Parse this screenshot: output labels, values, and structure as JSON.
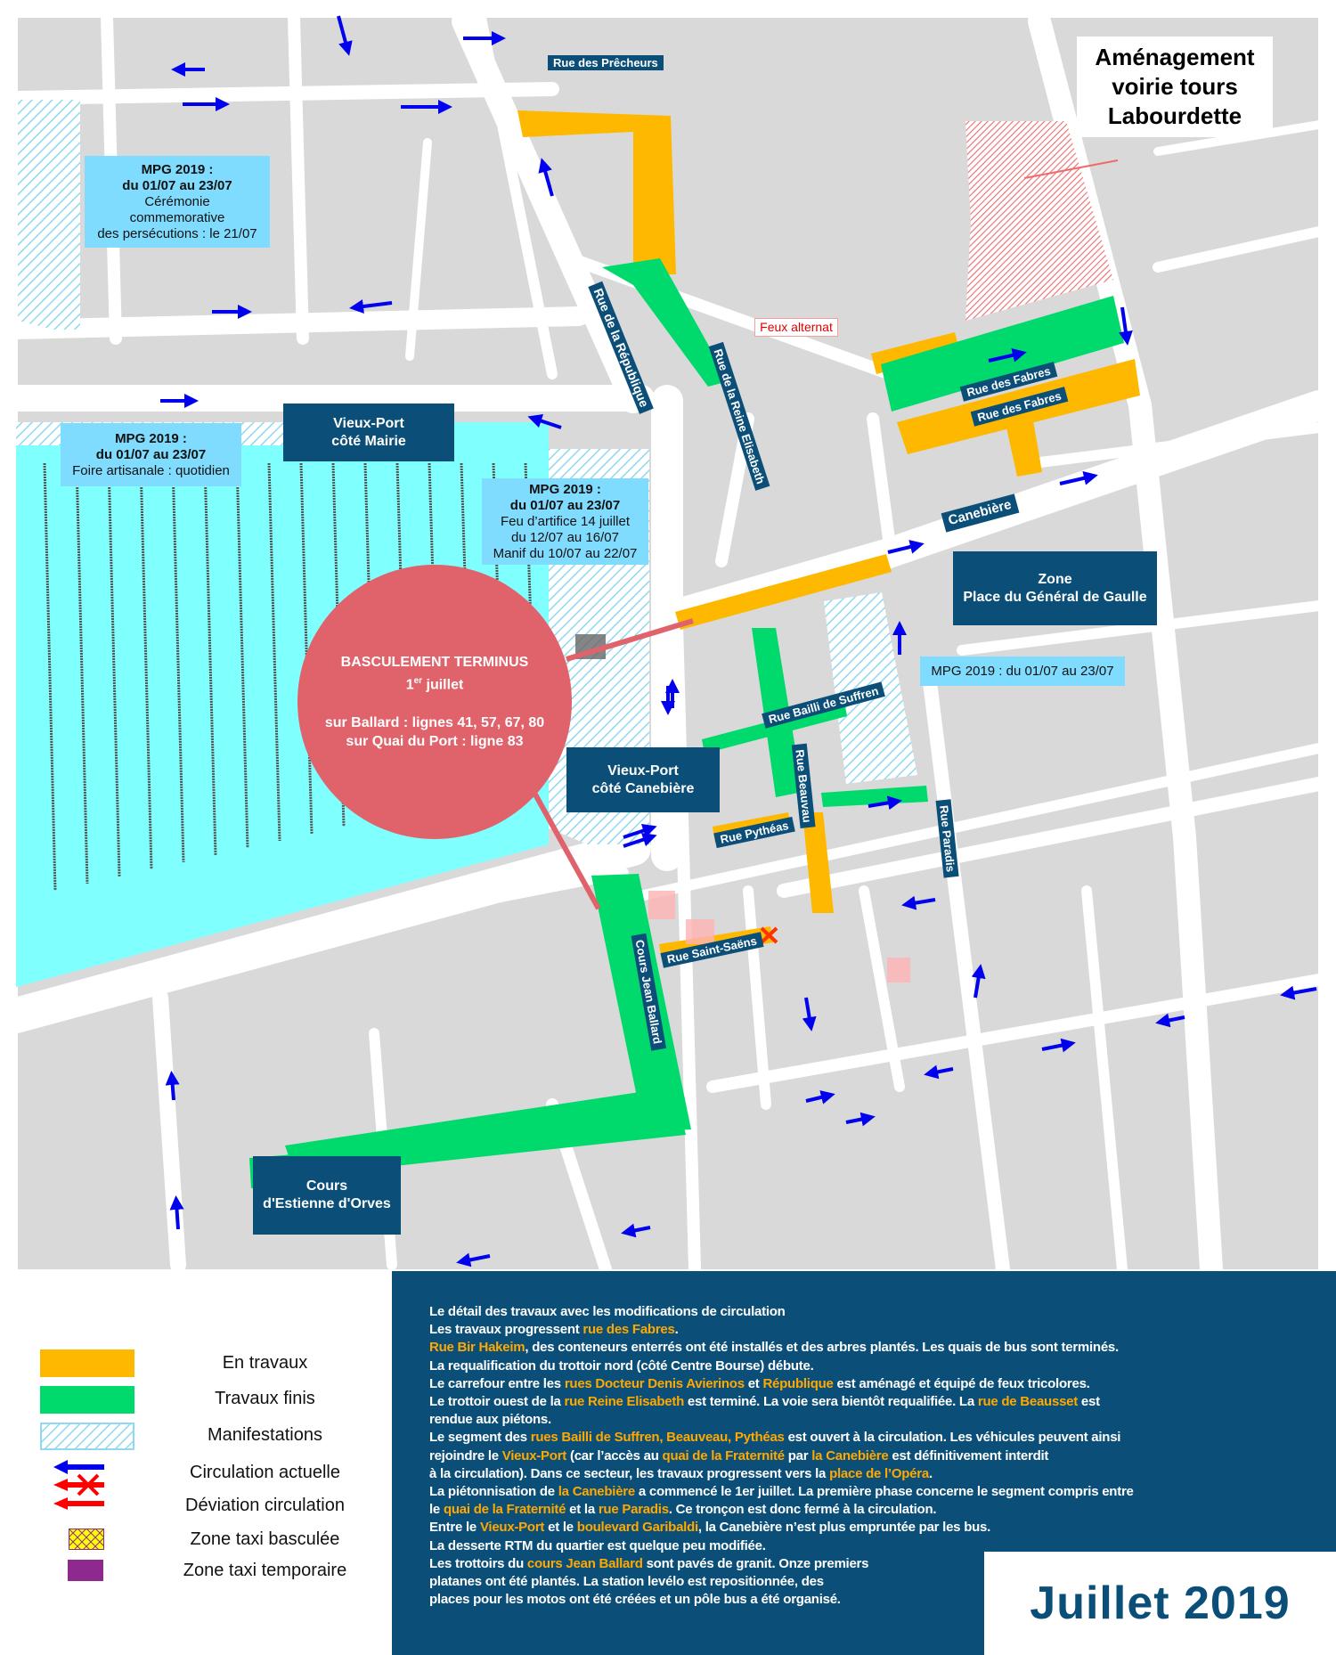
{
  "colors": {
    "navy": "#0b4f79",
    "en_travaux": "#ffb800",
    "travaux_finis": "#00d96b",
    "manifestations": "#80dcff",
    "water": "#80ffff",
    "circulation": "#0000ee",
    "deviation": "#ff0000",
    "taxi_basculee": "#ffff00",
    "taxi_temporaire": "#8e2a8e",
    "terminus": "#e0626a",
    "highlight": "#ffa800"
  },
  "title": [
    "Aménagement",
    "voirie tours",
    "Labourdette"
  ],
  "feux_label": "Feux alternat",
  "zones": {
    "vieux_port_mairie": [
      "Vieux-Port",
      "côté Mairie"
    ],
    "vieux_port_canebiere": [
      "Vieux-Port",
      "côté Canebière"
    ],
    "place_general": [
      "Zone",
      "Place du Général de Gaulle"
    ],
    "estienne_orves": [
      "Cours",
      "d'Estienne d'Orves"
    ]
  },
  "mpg": [
    {
      "title": "MPG 2019 :",
      "dates": "du 01/07 au 23/07",
      "lines": [
        "Cérémonie",
        "commemorative",
        "des persécutions : le 21/07"
      ]
    },
    {
      "title": "MPG 2019 :",
      "dates": "du 01/07 au 23/07",
      "lines": [
        "Foire artisanale : quotidien"
      ]
    },
    {
      "title": "MPG 2019 :",
      "dates": "du 01/07 au 23/07",
      "lines": [
        "Feu d’artifice 14 juillet",
        "du 12/07 au 16/07",
        "Manif du 10/07 au 22/07"
      ]
    },
    {
      "single": "MPG 2019 : du 01/07 au 23/07"
    }
  ],
  "terminus": {
    "title": "BASCULEMENT TERMINUS",
    "date_num": "1",
    "date_sup": "er",
    "date_rest": " juillet",
    "line1": "sur Ballard : lignes 41, 57, 67, 80",
    "line2": "sur Quai du Port : ligne 83"
  },
  "streets": {
    "precheurs": "Rue des Prêcheurs",
    "republique": "Rue de la République",
    "reine_elisabeth": "Rue de la Reine Elisabeth",
    "fabres_1": "Rue des Fabres",
    "fabres_2": "Rue des Fabres",
    "canebiere": "Canebière",
    "bailli": "Rue Bailli de Suffren",
    "beauvau": "Rue Beauvau",
    "pytheas": "Rue Pythéas",
    "paradis": "Rue Paradis",
    "saint_saens": "Rue Saint-Saëns",
    "jean_ballard": "Cours Jean Ballard"
  },
  "legend": [
    {
      "label": "En travaux",
      "icon": "orange-swatch"
    },
    {
      "label": "Travaux finis",
      "icon": "green-swatch"
    },
    {
      "label": "Manifestations",
      "icon": "hatched-swatch"
    },
    {
      "label": "Circulation actuelle",
      "icon": "blue-arrow"
    },
    {
      "label": "Déviation circulation",
      "icon": "red-deviation-arrows"
    },
    {
      "label": "Zone taxi basculée",
      "icon": "yellow-crosshatch-swatch"
    },
    {
      "label": "Zone taxi temporaire",
      "icon": "purple-swatch"
    }
  ],
  "panel": {
    "lines": [
      [
        {
          "t": "Le détail des travaux avec les modifications de circulation"
        }
      ],
      [
        {
          "t": "Les travaux progressent "
        },
        {
          "t": "rue des Fabres",
          "hl": true
        },
        {
          "t": "."
        }
      ],
      [
        {
          "t": "Rue Bir Hakeim",
          "hl": true
        },
        {
          "t": ", des conteneurs enterrés ont été installés et des arbres plantés. Les quais de bus sont terminés."
        }
      ],
      [
        {
          "t": "La requalification du trottoir nord (côté Centre Bourse) débute."
        }
      ],
      [
        {
          "t": "Le carrefour entre les "
        },
        {
          "t": "rues Docteur Denis Avierinos",
          "hl": true
        },
        {
          "t": " et "
        },
        {
          "t": "République",
          "hl": true
        },
        {
          "t": " est aménagé et équipé de feux tricolores."
        }
      ],
      [
        {
          "t": "Le trottoir ouest de la "
        },
        {
          "t": "rue Reine Elisabeth",
          "hl": true
        },
        {
          "t": " est terminé. La voie sera bientôt requalifiée. La "
        },
        {
          "t": "rue de Beausset",
          "hl": true
        },
        {
          "t": " est"
        }
      ],
      [
        {
          "t": "rendue aux piétons."
        }
      ],
      [
        {
          "t": "Le segment des "
        },
        {
          "t": "rues Bailli de Suffren, Beauveau, Pythéas",
          "hl": true
        },
        {
          "t": " est ouvert à la circulation. Les véhicules peuvent ainsi"
        }
      ],
      [
        {
          "t": "rejoindre le "
        },
        {
          "t": "Vieux-Port",
          "hl": true
        },
        {
          "t": " (car l’accès au "
        },
        {
          "t": "quai de la Fraternité",
          "hl": true
        },
        {
          "t": " par "
        },
        {
          "t": "la Canebière",
          "hl": true
        },
        {
          "t": " est définitivement interdit"
        }
      ],
      [
        {
          "t": "à la circulation). Dans ce secteur, les travaux progressent vers la "
        },
        {
          "t": "place de l’Opéra",
          "hl": true
        },
        {
          "t": "."
        }
      ],
      [
        {
          "t": "La piétonnisation de "
        },
        {
          "t": "la Canebière",
          "hl": true
        },
        {
          "t": " a commencé le 1er juillet. La première phase concerne le segment compris entre"
        }
      ],
      [
        {
          "t": "le "
        },
        {
          "t": "quai de la Fraternité",
          "hl": true
        },
        {
          "t": " et la "
        },
        {
          "t": "rue Paradis",
          "hl": true
        },
        {
          "t": ". Ce tronçon est donc fermé à la circulation."
        }
      ],
      [
        {
          "t": "Entre le "
        },
        {
          "t": "Vieux-Port",
          "hl": true
        },
        {
          "t": " et le "
        },
        {
          "t": "boulevard Garibaldi",
          "hl": true
        },
        {
          "t": ", la Canebière n’est plus empruntée par les bus."
        }
      ],
      [
        {
          "t": "La desserte RTM du quartier est quelque peu modifiée."
        }
      ],
      [
        {
          "t": "Les trottoirs du "
        },
        {
          "t": "cours Jean Ballard",
          "hl": true
        },
        {
          "t": " sont pavés de granit. Onze premiers"
        }
      ],
      [
        {
          "t": "platanes ont été plantés. La station levélo est repositionnée, des"
        }
      ],
      [
        {
          "t": "places pour les motos ont été créées et un pôle bus a été organisé."
        }
      ]
    ],
    "month": "Juillet 2019"
  }
}
